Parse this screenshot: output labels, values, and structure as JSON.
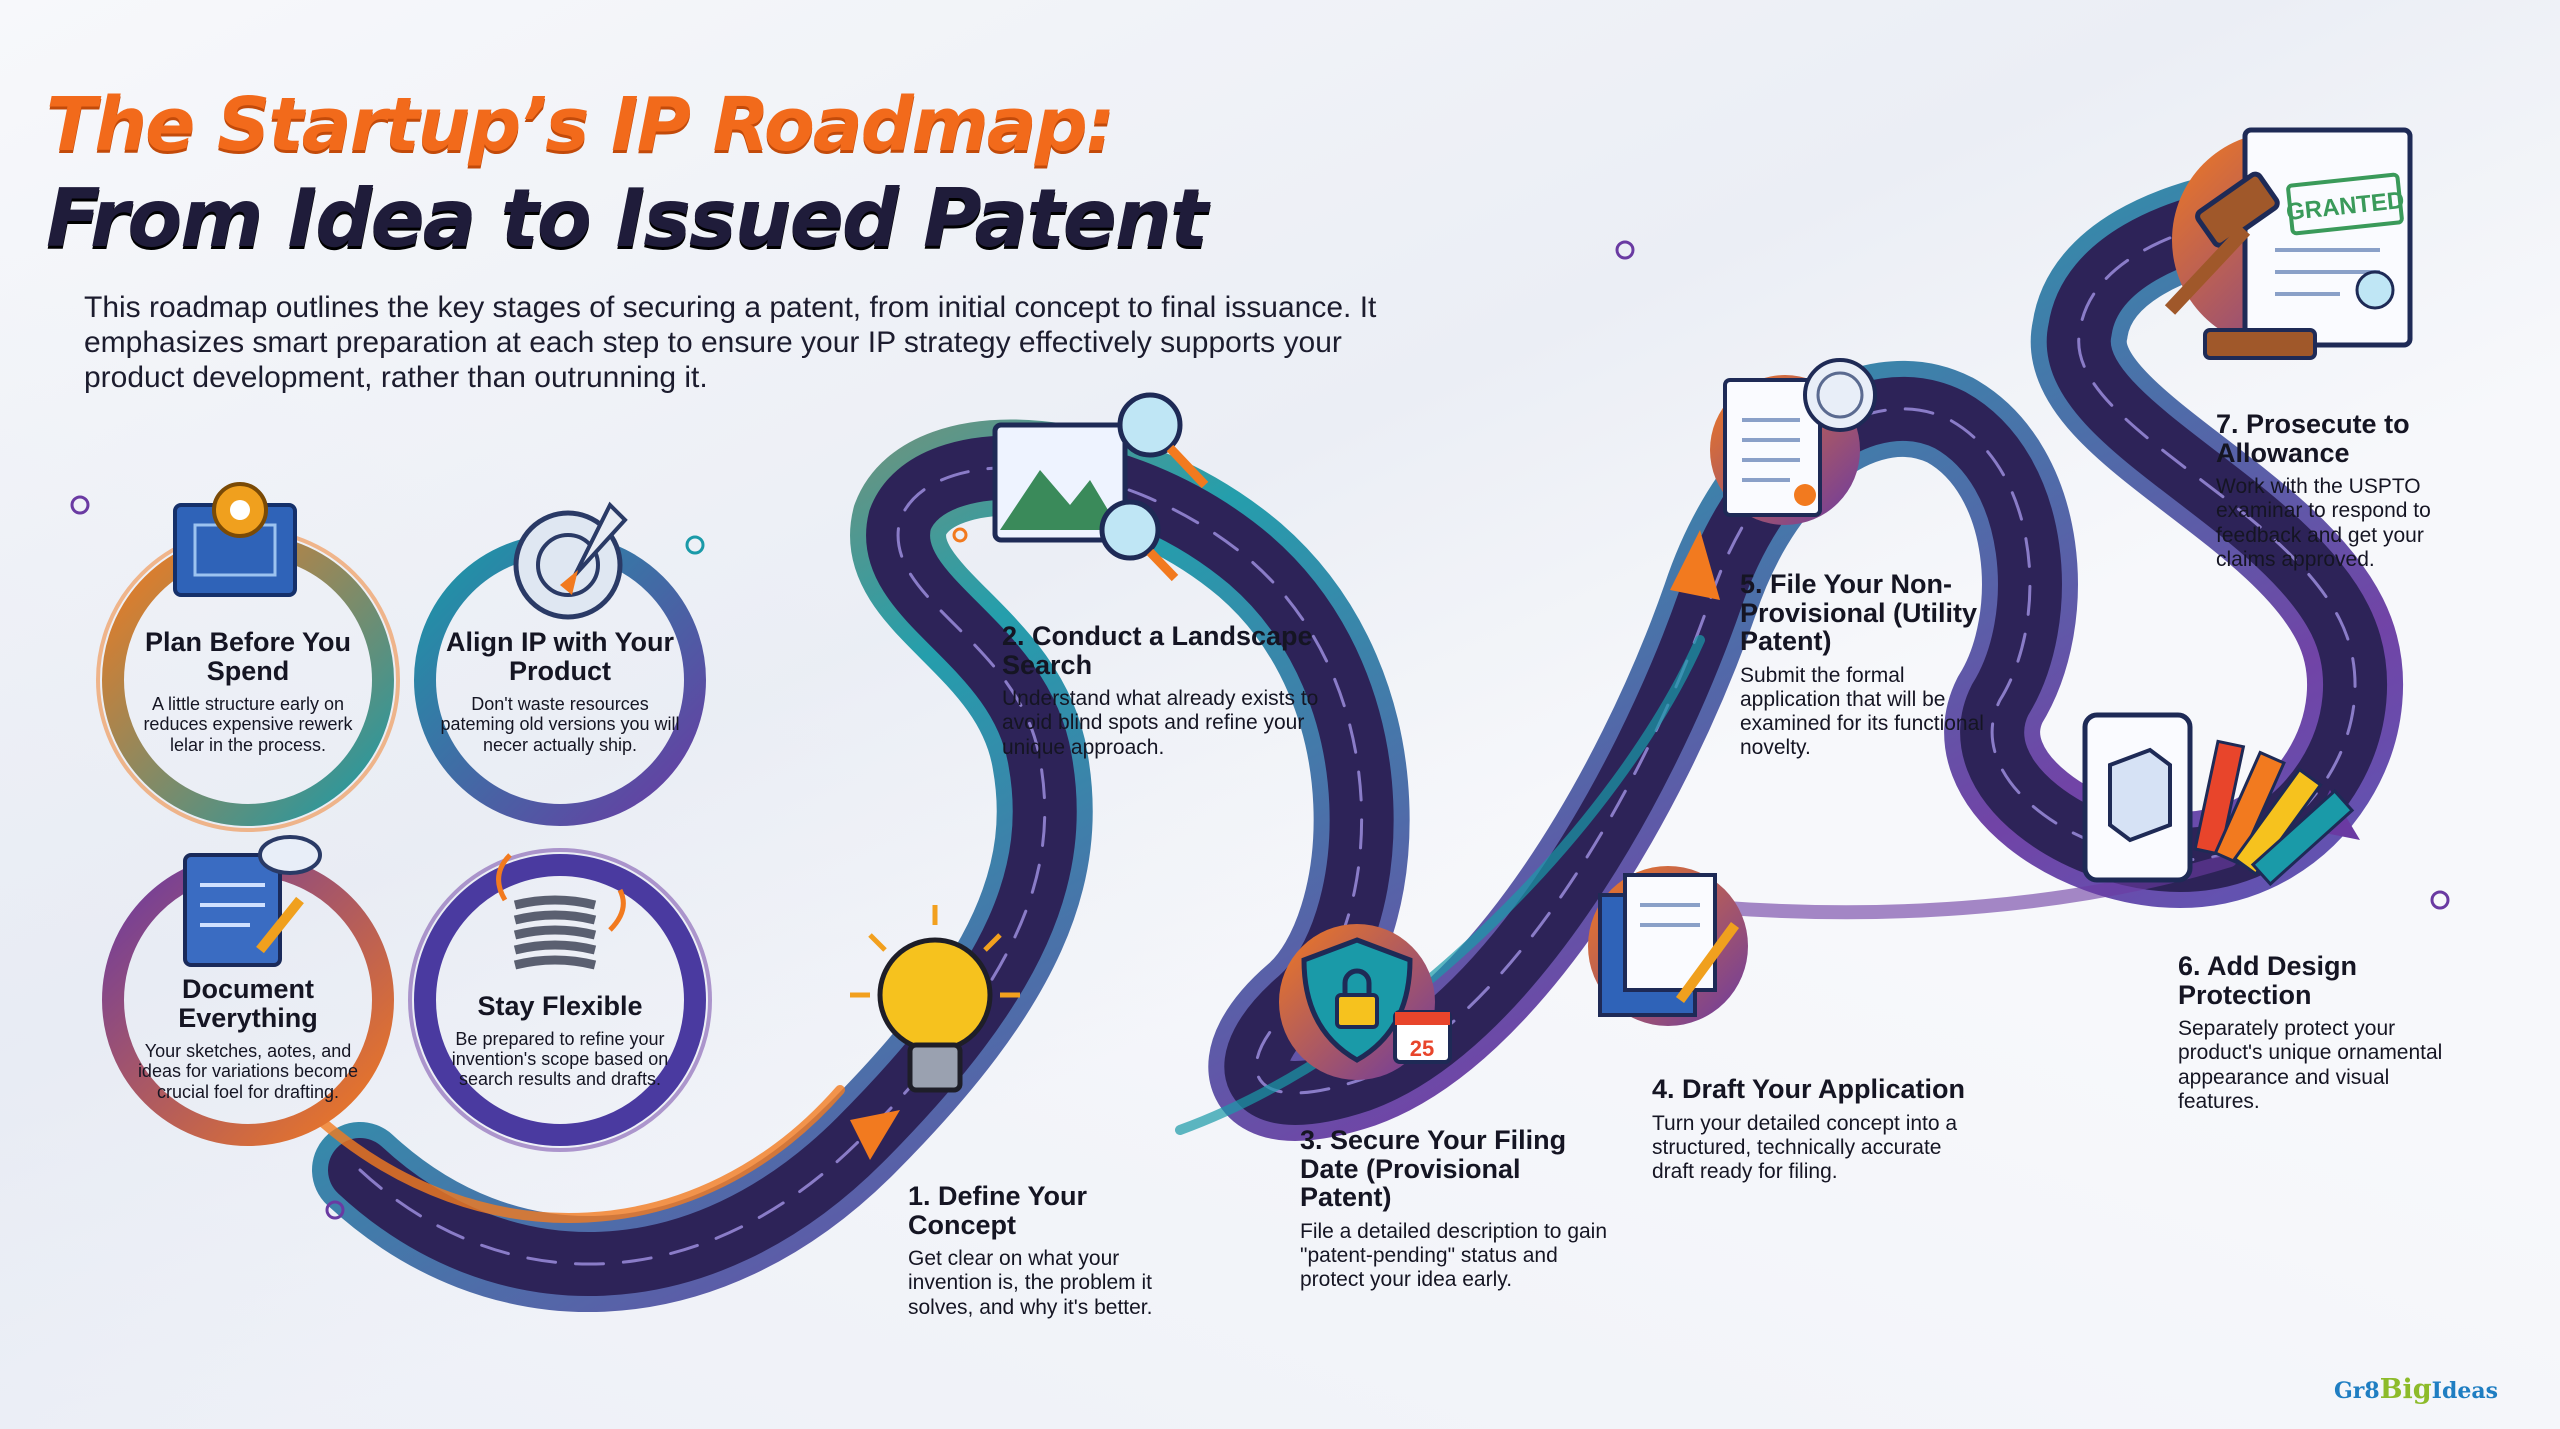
{
  "header": {
    "title_line1": "The Startup’s IP Roadmap:",
    "title_line2": "From Idea to Issued Patent",
    "intro": "This roadmap outlines the key stages of securing a patent, from initial concept to final issuance. It emphasizes smart preparation at each step to ensure your IP strategy effectively supports your product development, rather than outrunning it."
  },
  "principles": [
    {
      "title": "Plan Before You Spend",
      "text": "A little structure early on reduces expensive rewerk lelar in the process.",
      "icon": "blueprint-gear-icon"
    },
    {
      "title": "Align IP with Your Product",
      "text": "Don't waste resources pateming old versions you will necer actually ship.",
      "icon": "rocket-target-icon"
    },
    {
      "title": "Document Everything",
      "text": "Your sketches, aotes, and ideas for variations become crucial foel for drafting.",
      "icon": "notebook-cloud-icon"
    },
    {
      "title": "Stay Flexible",
      "text": "Be prepared to refine your invention's scope based on search results and drafts.",
      "icon": "spring-icon"
    }
  ],
  "steps": [
    {
      "title": "1. Define Your Concept",
      "text": "Get clear on what your invention is, the problem it solves, and why it's better.",
      "icon": "lightbulb-icon"
    },
    {
      "title": "2. Conduct a Landscape Search",
      "text": "Understand what already exists to avoid blind spots and refine your unique approach.",
      "icon": "landscape-magnifier-icon"
    },
    {
      "title": "3. Secure Your Filing Date (Provisional Patent)",
      "text": "File a detailed description to gain \"patent-pending\" status and protect your idea early.",
      "icon": "shield-lock-calendar-icon",
      "calendar_day": "25"
    },
    {
      "title": "4. Draft Your Application",
      "text": "Turn your detailed concept into a structured, technically accurate draft ready for filing.",
      "icon": "blueprint-pencil-icon"
    },
    {
      "title": "5. File Your Non-Provisional (Utility Patent)",
      "text": "Submit the formal application that will be examined for its functional novelty.",
      "icon": "document-seal-icon"
    },
    {
      "title": "6. Add Design Protection",
      "text": "Separately protect your product's unique ornamental appearance and visual features.",
      "icon": "tablet-swatches-icon"
    },
    {
      "title": "7. Prosecute to Allowance",
      "text": "Work with the USPTO examinar to respond to feedback and get your claims approved.",
      "icon": "gavel-granted-icon",
      "stamp": "GRANTED"
    }
  ],
  "footer": {
    "logo_pre": "Gr8",
    "logo_big": "Big",
    "logo_post": "Ideas"
  },
  "colors": {
    "orange": "#f26a1b",
    "navy": "#1f1c3a",
    "purple": "#6a3aa2",
    "teal": "#1a9aa8",
    "blue": "#3a6cc2",
    "road": "#3b2f6e"
  }
}
